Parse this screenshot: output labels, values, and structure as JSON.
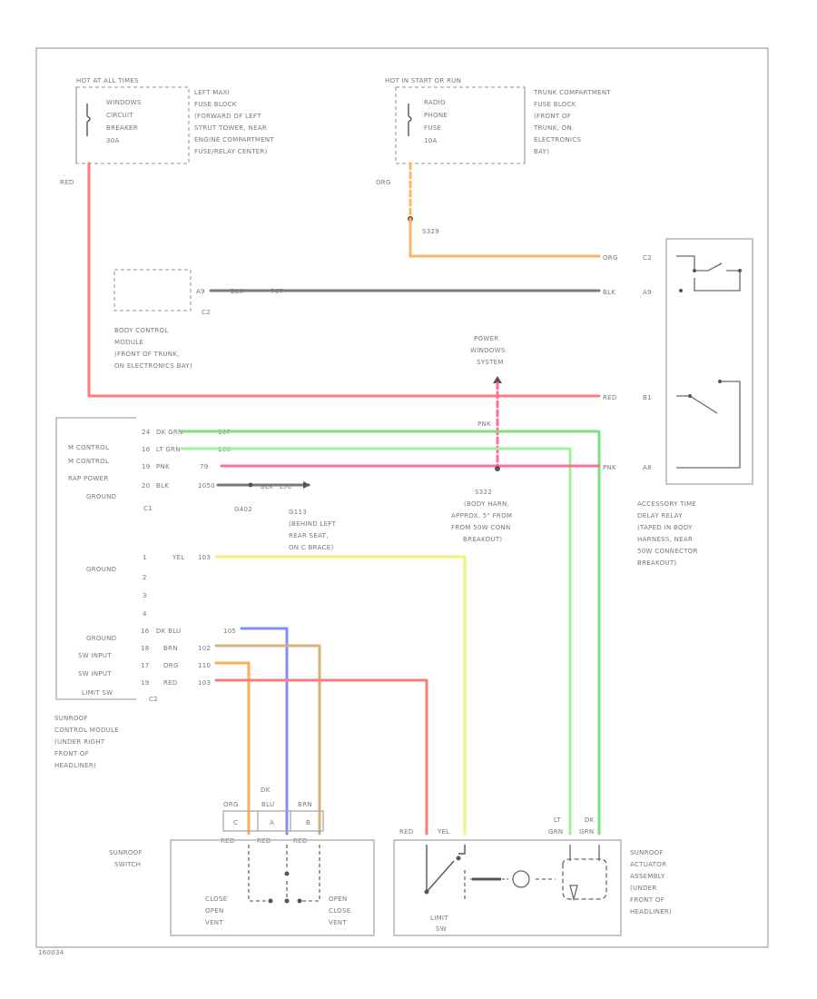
{
  "hot_at_all_times": "HOT AT ALL TIMES",
  "hot_in_start_or_run": "HOT IN START OR RUN",
  "breaker": {
    "line1": "WINDOWS",
    "line2": "CIRCUIT",
    "line3": "BREAKER",
    "line4": "30A"
  },
  "left_fuse_block": [
    "LEFT MAXI",
    "FUSE BLOCK",
    "(FORWARD OF LEFT",
    "STRUT TOWER, NEAR",
    "ENGINE COMPARTMENT",
    "FUSE/RELAY CENTER)"
  ],
  "radio_fuse": {
    "line1": "RADIO",
    "line2": "PHONE",
    "line3": "FUSE",
    "line4": "10A"
  },
  "trunk_fuse_block": [
    "TRUNK COMPARTMENT",
    "FUSE BLOCK",
    "(FRONT OF",
    "TRUNK, ON",
    "ELECTRONICS",
    "BAY)"
  ],
  "wire_red_top": "RED",
  "wire_org_top": "ORG",
  "splice_s329": "S329",
  "relay_pin_org": "ORG",
  "relay_pin_c2": "C2",
  "bcm_pin": "A9",
  "bcm_wire": "BLK",
  "bcm_circuit": "707",
  "bcm_connector": "C2",
  "relay_pin_blk": "BLK",
  "relay_pin_a9": "A9",
  "bcm_label": [
    "BODY CONTROL",
    "MODULE",
    "(FRONT OF TRUNK,",
    "ON ELECTRONICS BAY)"
  ],
  "power_windows": [
    "POWER",
    "WINDOWS",
    "SYSTEM"
  ],
  "relay_pin_red": "RED",
  "relay_pin_b1": "B1",
  "scm_top_labels": [
    "M CONTROL",
    "M CONTROL",
    "RAP POWER",
    "GROUND"
  ],
  "scm_c1": "C1",
  "pins_top": [
    {
      "pin": "24",
      "wire": "DK GRN",
      "circuit": "107"
    },
    {
      "pin": "16",
      "wire": "LT GRN",
      "circuit": "108"
    },
    {
      "pin": "19",
      "wire": "PNK",
      "circuit": "79"
    },
    {
      "pin": "20",
      "wire": "BLK",
      "circuit": "1050"
    }
  ],
  "ground_blk": "BLK",
  "ground_150": "150",
  "wire_pnk_mid": "PNK",
  "relay_pin_pnk": "PNK",
  "relay_pin_a8": "A8",
  "g402": "G402",
  "g113": [
    "G113",
    "(BEHIND LEFT",
    "REAR SEAT,",
    "ON C BRACE)"
  ],
  "s322": [
    "S322",
    "(BODY HARN,",
    "APPROX. 5\" FROM",
    "FROM 50W CONN",
    "BREAKOUT)"
  ],
  "relay_label": [
    "ACCESSORY TIME",
    "DELAY RELAY",
    "(TAPED IN BODY",
    "HARNESS, NEAR",
    "50W CONNECTOR",
    "BREAKOUT)"
  ],
  "scm_lower_labels": [
    "GROUND",
    "GROUND",
    "SW INPUT",
    "SW INPUT",
    "LIMIT SW"
  ],
  "scm_c2": "C2",
  "pins_yel": {
    "pin": "1",
    "wire": "YEL",
    "circuit": "103"
  },
  "pins_empty": [
    "2",
    "3",
    "4"
  ],
  "pins_bottom": [
    {
      "pin": "16",
      "wire": "DK BLU",
      "circuit": "105"
    },
    {
      "pin": "18",
      "wire": "BRN",
      "circuit": "102"
    },
    {
      "pin": "17",
      "wire": "ORG",
      "circuit": "110"
    },
    {
      "pin": "19",
      "wire": "RED",
      "circuit": "103"
    }
  ],
  "scm_label": [
    "SUNROOF",
    "CONTROL MODULE",
    "(UNDER RIGHT",
    "FRONT OF",
    "HEADLINER)"
  ],
  "switch_top_wires": [
    "ORG",
    "BLU",
    "BRN"
  ],
  "switch_top_dk": "DK",
  "switch_pins": [
    "C",
    "A",
    "B"
  ],
  "switch_pin_wires": [
    "RED",
    "RED",
    "RED"
  ],
  "sunroof_switch": [
    "SUNROOF",
    "SWITCH"
  ],
  "close_open_vent": [
    "CLOSE",
    "OPEN",
    "VENT"
  ],
  "open_close_vent": [
    "OPEN",
    "CLOSE",
    "VENT"
  ],
  "actuator_wires_left": [
    "RED",
    "YEL"
  ],
  "actuator_wires_right": [
    {
      "line1": "LT",
      "line2": "GRN"
    },
    {
      "line1": "DK",
      "line2": "GRN"
    }
  ],
  "limit_sw": [
    "LIMIT",
    "SW"
  ],
  "actuator_label": [
    "SUNROOF",
    "ACTUATOR",
    "ASSEMBLY",
    "(UNDER",
    "FRONT OF",
    "HEADLINER)"
  ],
  "diagram_id": "160034",
  "colors": {
    "red": "#ff7b7b",
    "orange": "#ffb366",
    "green": "#7fe07f",
    "light_green": "#9cf29c",
    "pink": "#ff6f93",
    "yellow": "#f2f27a",
    "blue": "#7f8fff",
    "brown": "#d7b07a",
    "orange_switch": "#ffab5c",
    "gray": "#7a7a7a"
  }
}
